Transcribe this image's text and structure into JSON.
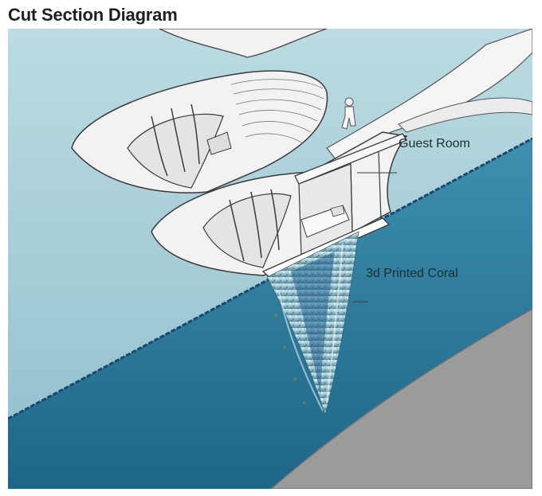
{
  "header": {
    "title": "Cut Section Diagram"
  },
  "diagram": {
    "labels": {
      "guest_room": "Guest Room",
      "coral": "3d Printed Coral"
    },
    "colors": {
      "sky": "#a9cfd8",
      "water": "#2f7fa0",
      "waterline": "#17496e",
      "seabed": "#9c9c9c",
      "structure": "#f3f3f3",
      "outline": "#3a3a3a"
    }
  }
}
